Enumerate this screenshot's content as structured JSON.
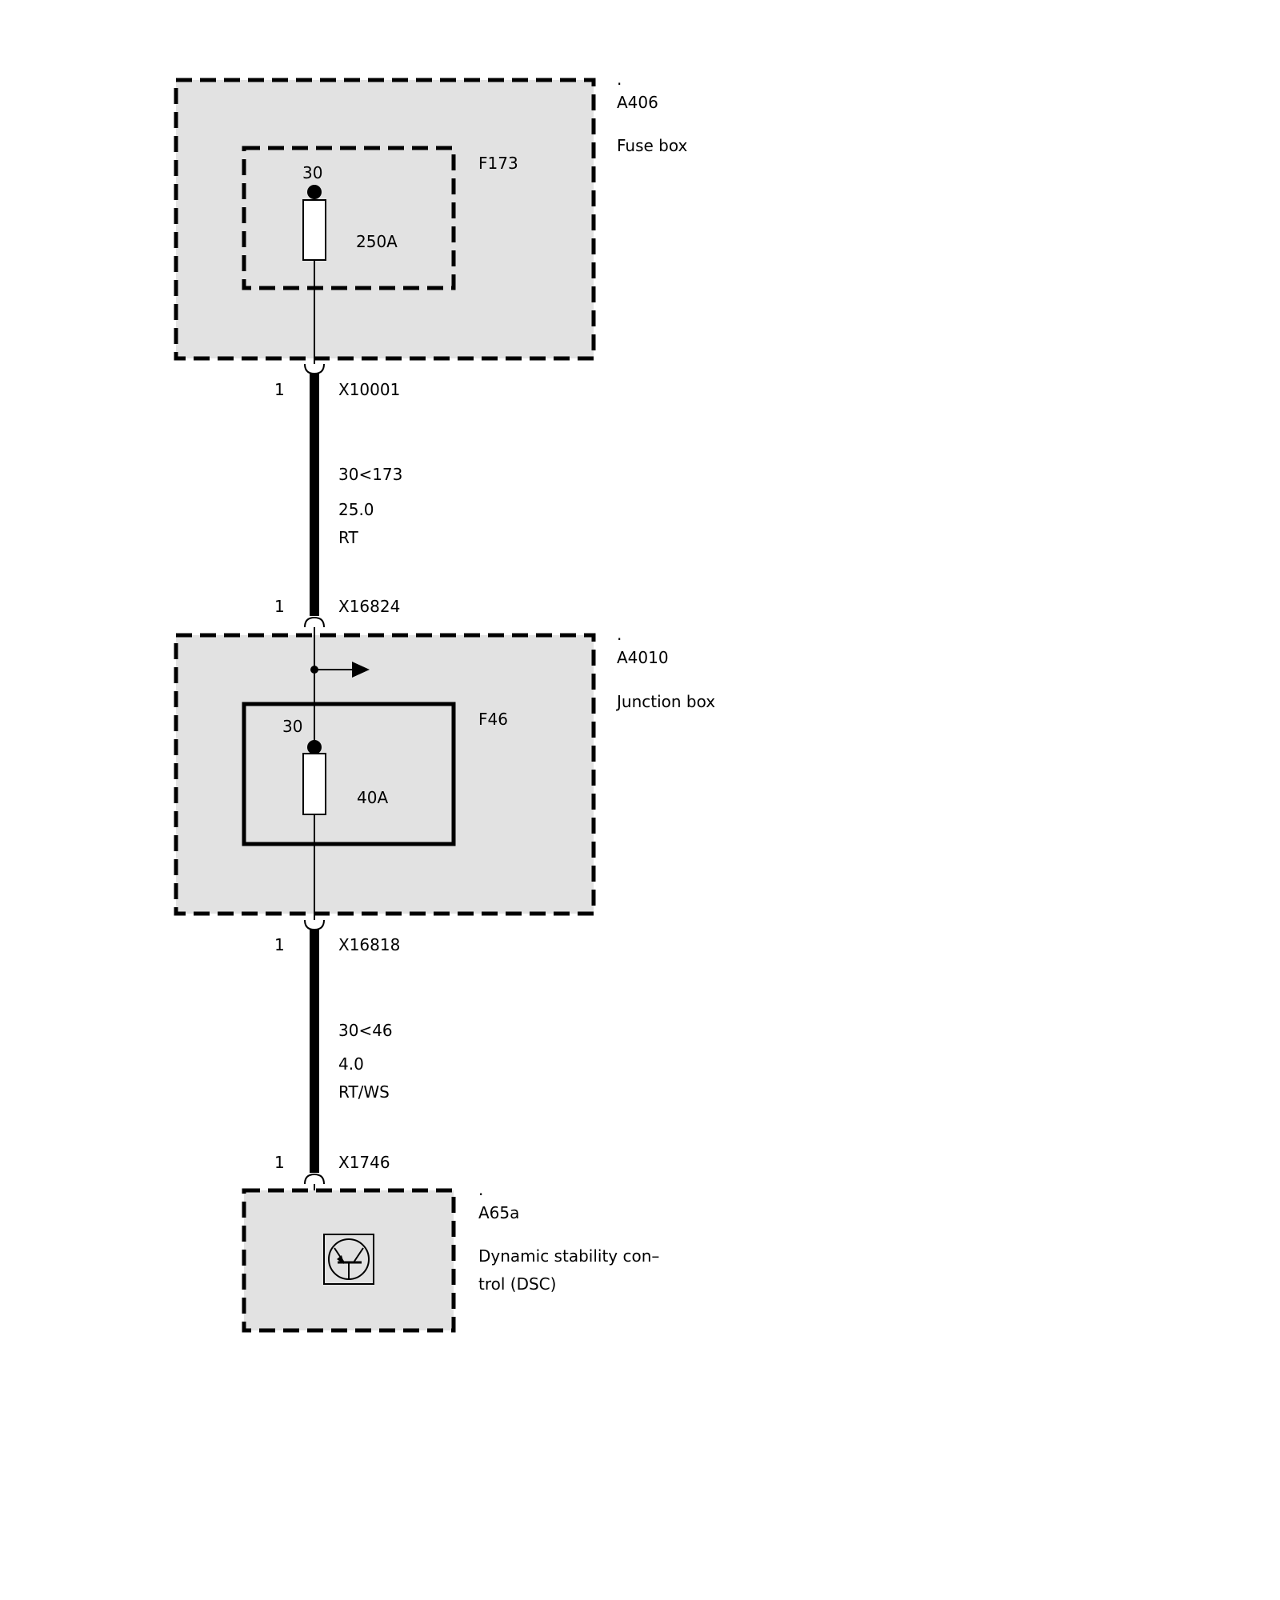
{
  "components": {
    "fuse_box": {
      "dot": ".",
      "id": "A406",
      "name": "Fuse box"
    },
    "junction_box": {
      "dot": ".",
      "id": "A4010",
      "name": "Junction box"
    },
    "dsc": {
      "dot": ".",
      "id": "A65a",
      "name_line1": "Dynamic stability con–",
      "name_line2": "trol (DSC)"
    }
  },
  "fuses": {
    "f173": {
      "id": "F173",
      "terminal": "30",
      "rating": "250A"
    },
    "f46": {
      "id": "F46",
      "terminal": "30",
      "rating": "40A"
    }
  },
  "connectors": {
    "x10001": {
      "pin": "1",
      "id": "X10001"
    },
    "x16824": {
      "pin": "1",
      "id": "X16824"
    },
    "x16818": {
      "pin": "1",
      "id": "X16818"
    },
    "x1746": {
      "pin": "1",
      "id": "X1746"
    }
  },
  "wires": {
    "wire1": {
      "signal": "30<173",
      "cross_section": "25.0",
      "color": "RT"
    },
    "wire2": {
      "signal": "30<46",
      "cross_section": "4.0",
      "color": "RT/WS"
    }
  }
}
